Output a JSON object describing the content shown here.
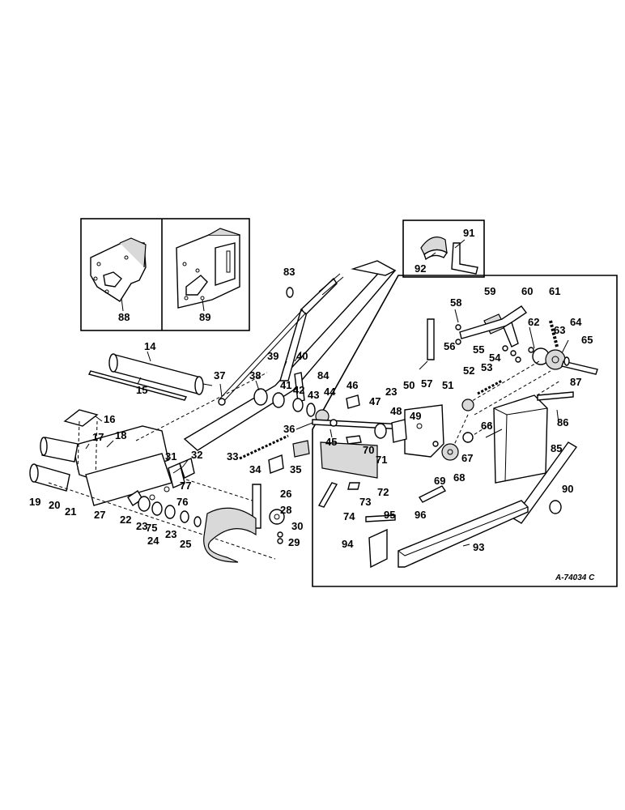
{
  "diagram": {
    "reference_code": "A-74034 C",
    "callouts": [
      {
        "id": "c14",
        "label": "14"
      },
      {
        "id": "c15",
        "label": "15"
      },
      {
        "id": "c16",
        "label": "16"
      },
      {
        "id": "c17",
        "label": "17"
      },
      {
        "id": "c18",
        "label": "18"
      },
      {
        "id": "c19",
        "label": "19"
      },
      {
        "id": "c20",
        "label": "20"
      },
      {
        "id": "c21",
        "label": "21"
      },
      {
        "id": "c22",
        "label": "22"
      },
      {
        "id": "c23a",
        "label": "23"
      },
      {
        "id": "c23b",
        "label": "23"
      },
      {
        "id": "c23c",
        "label": "23"
      },
      {
        "id": "c24",
        "label": "24"
      },
      {
        "id": "c25",
        "label": "25"
      },
      {
        "id": "c26",
        "label": "26"
      },
      {
        "id": "c27",
        "label": "27"
      },
      {
        "id": "c28",
        "label": "28"
      },
      {
        "id": "c29",
        "label": "29"
      },
      {
        "id": "c30",
        "label": "30"
      },
      {
        "id": "c31",
        "label": "31"
      },
      {
        "id": "c32",
        "label": "32"
      },
      {
        "id": "c33",
        "label": "33"
      },
      {
        "id": "c34",
        "label": "34"
      },
      {
        "id": "c35",
        "label": "35"
      },
      {
        "id": "c36",
        "label": "36"
      },
      {
        "id": "c37",
        "label": "37"
      },
      {
        "id": "c38",
        "label": "38"
      },
      {
        "id": "c39",
        "label": "39"
      },
      {
        "id": "c40",
        "label": "40"
      },
      {
        "id": "c41",
        "label": "41"
      },
      {
        "id": "c42",
        "label": "42"
      },
      {
        "id": "c43",
        "label": "43"
      },
      {
        "id": "c44",
        "label": "44"
      },
      {
        "id": "c45",
        "label": "45"
      },
      {
        "id": "c46",
        "label": "46"
      },
      {
        "id": "c47",
        "label": "47"
      },
      {
        "id": "c48",
        "label": "48"
      },
      {
        "id": "c49",
        "label": "49"
      },
      {
        "id": "c50",
        "label": "50"
      },
      {
        "id": "c51",
        "label": "51"
      },
      {
        "id": "c52",
        "label": "52"
      },
      {
        "id": "c53",
        "label": "53"
      },
      {
        "id": "c54",
        "label": "54"
      },
      {
        "id": "c55",
        "label": "55"
      },
      {
        "id": "c56",
        "label": "56"
      },
      {
        "id": "c57",
        "label": "57"
      },
      {
        "id": "c58",
        "label": "58"
      },
      {
        "id": "c59",
        "label": "59"
      },
      {
        "id": "c60",
        "label": "60"
      },
      {
        "id": "c61",
        "label": "61"
      },
      {
        "id": "c62",
        "label": "62"
      },
      {
        "id": "c63",
        "label": "63"
      },
      {
        "id": "c64",
        "label": "64"
      },
      {
        "id": "c65",
        "label": "65"
      },
      {
        "id": "c66",
        "label": "66"
      },
      {
        "id": "c67",
        "label": "67"
      },
      {
        "id": "c68",
        "label": "68"
      },
      {
        "id": "c69",
        "label": "69"
      },
      {
        "id": "c70",
        "label": "70"
      },
      {
        "id": "c71",
        "label": "71"
      },
      {
        "id": "c72",
        "label": "72"
      },
      {
        "id": "c73",
        "label": "73"
      },
      {
        "id": "c74",
        "label": "74"
      },
      {
        "id": "c75",
        "label": "75"
      },
      {
        "id": "c76",
        "label": "76"
      },
      {
        "id": "c77",
        "label": "77"
      },
      {
        "id": "c83",
        "label": "83"
      },
      {
        "id": "c84",
        "label": "84"
      },
      {
        "id": "c85",
        "label": "85"
      },
      {
        "id": "c86",
        "label": "86"
      },
      {
        "id": "c87",
        "label": "87"
      },
      {
        "id": "c88",
        "label": "88"
      },
      {
        "id": "c89",
        "label": "89"
      },
      {
        "id": "c90",
        "label": "90"
      },
      {
        "id": "c91",
        "label": "91"
      },
      {
        "id": "c92",
        "label": "92"
      },
      {
        "id": "c93",
        "label": "93"
      },
      {
        "id": "c94",
        "label": "94"
      },
      {
        "id": "c95",
        "label": "95"
      },
      {
        "id": "c96",
        "label": "96"
      }
    ]
  }
}
